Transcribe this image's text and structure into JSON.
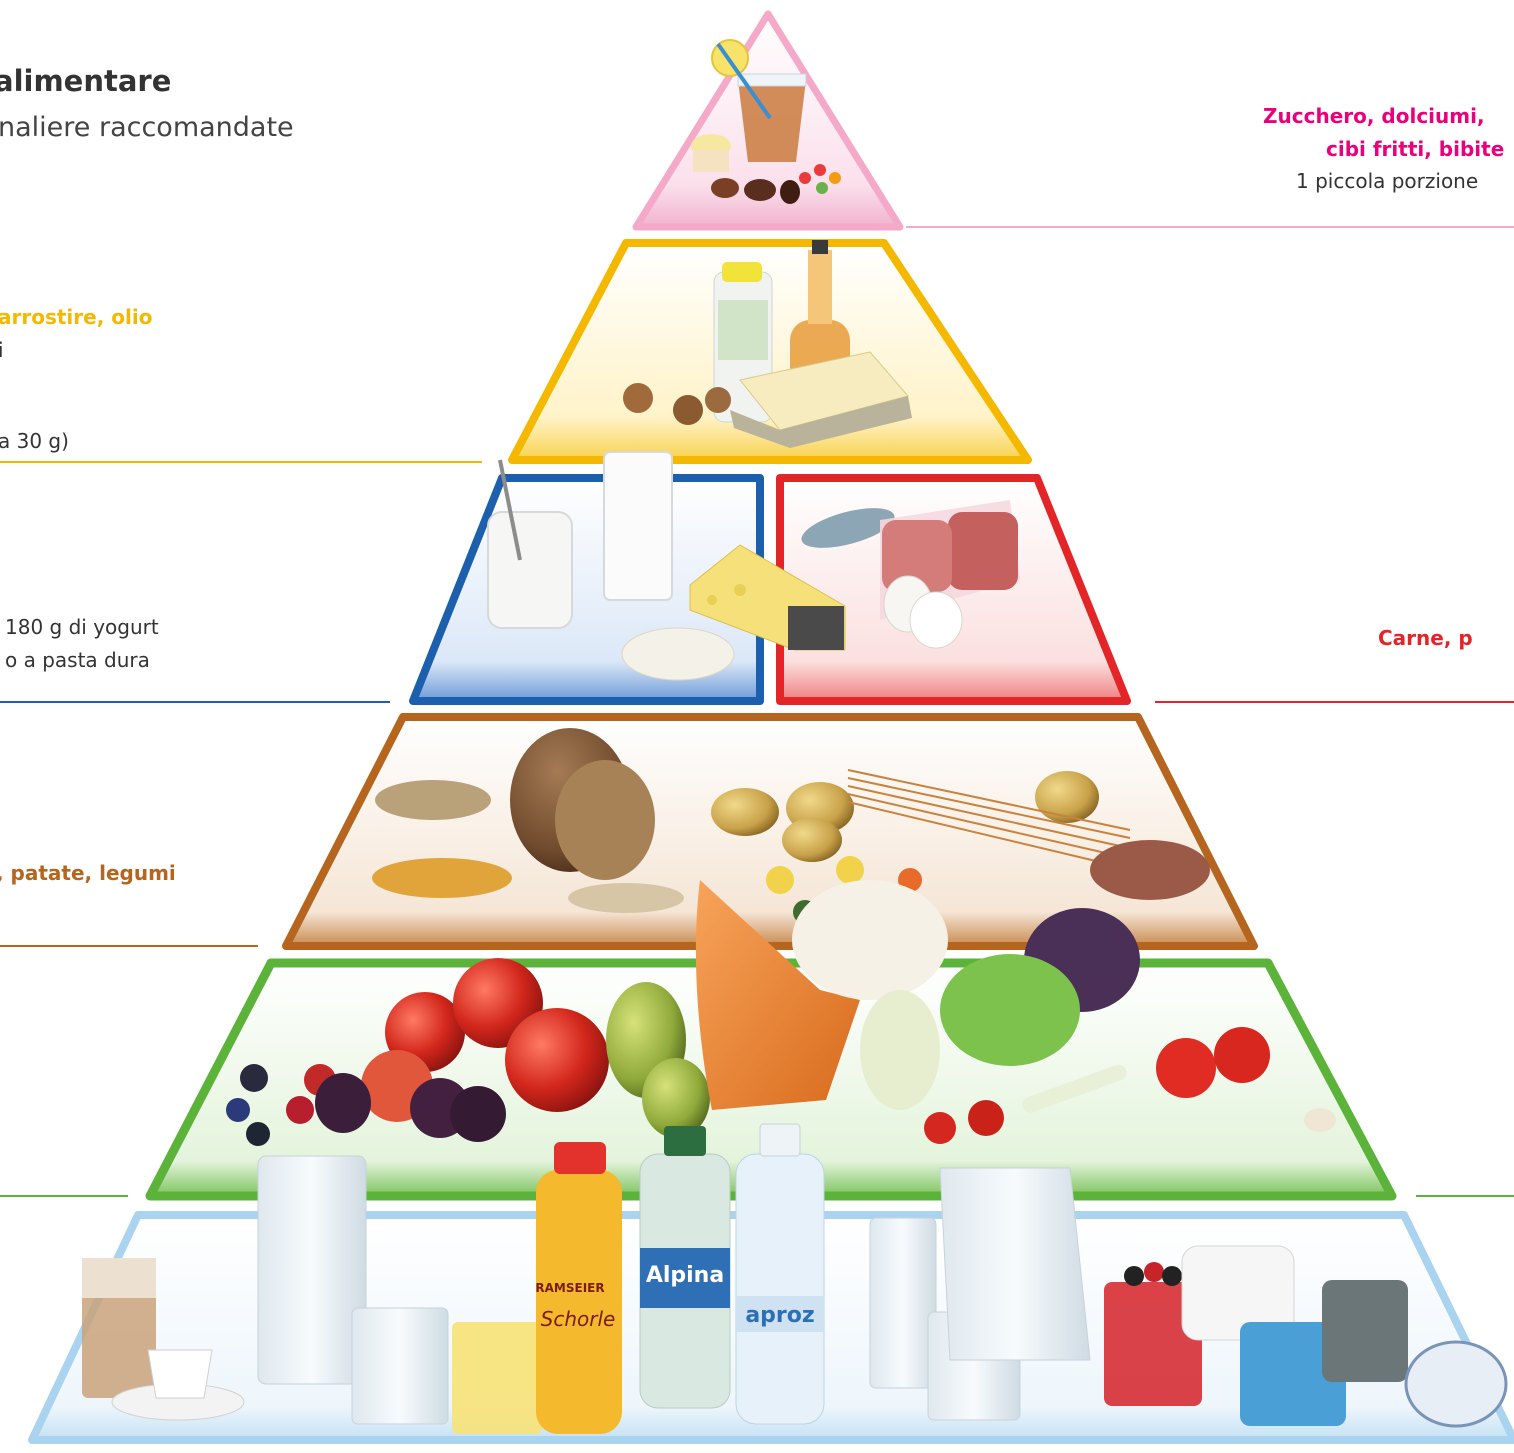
{
  "title": {
    "main": "alimentare",
    "subtitle": "naliere raccomandate"
  },
  "levels": {
    "sweets": {
      "label_line1": "Zucchero, dolciumi,",
      "label_line2": "cibi fritti, bibite",
      "portion": "1 piccola porzione",
      "color": "#e8007d",
      "line_color": "#f4a9c8"
    },
    "fats": {
      "label": "arrostire, olio",
      "line2": "i",
      "line3": "a 30 g)",
      "color": "#f5b800"
    },
    "dairy": {
      "line1": "180 g di yogurt",
      "line2": "o a pasta dura",
      "color": "#1b5fad"
    },
    "protein": {
      "label": "Carne, p",
      "color": "#e32528"
    },
    "grains": {
      "label": ", patate, legumi",
      "color": "#b5651d"
    },
    "fruit_veg": {
      "color": "#5cb33a"
    },
    "drinks": {
      "color": "#a9d3ee"
    }
  },
  "product_labels": {
    "schorle_brand": "RAMSEIER",
    "schorle": "Schorle",
    "alpina": "Alpina",
    "aproz": "aproz"
  }
}
